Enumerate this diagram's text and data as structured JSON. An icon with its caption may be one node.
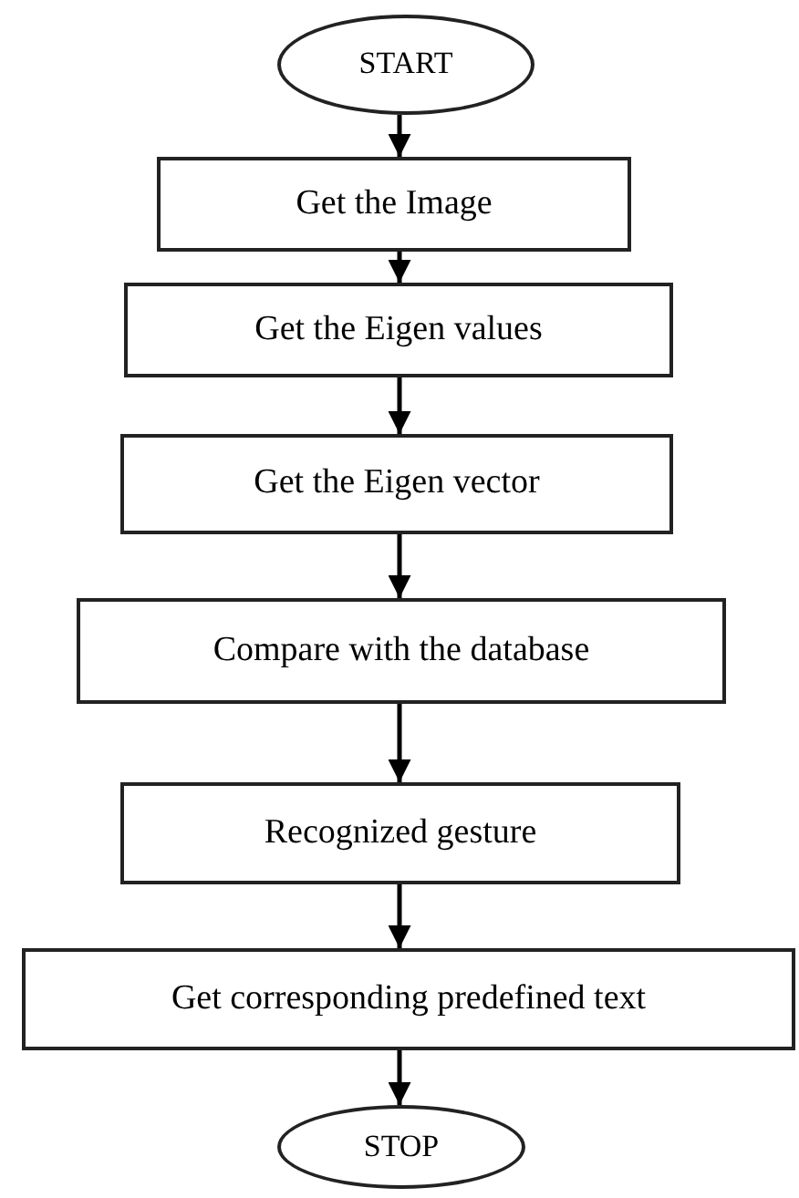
{
  "diagram": {
    "nodes": [
      {
        "text": [
          "START"
        ]
      },
      {
        "text": [
          "Get the Image"
        ]
      },
      {
        "text": [
          "Get the Eigen values"
        ]
      },
      {
        "text": [
          "Get the Eigen vector"
        ]
      },
      {
        "text": [
          "Compare with the database"
        ]
      },
      {
        "text": [
          "Recognized gesture"
        ]
      },
      {
        "text": [
          "Get corresponding predefined text"
        ]
      },
      {
        "text": [
          "STOP"
        ]
      }
    ],
    "edges": [
      {
        "from": 0,
        "to": 1,
        "arrow": "to"
      },
      {
        "from": 1,
        "to": 2,
        "arrow": "to"
      },
      {
        "from": 2,
        "to": 3,
        "arrow": "to"
      },
      {
        "from": 3,
        "to": 4,
        "arrow": "to"
      },
      {
        "from": 4,
        "to": 5,
        "arrow": "to"
      },
      {
        "from": 5,
        "to": 6,
        "arrow": "to"
      },
      {
        "from": 6,
        "to": 7,
        "arrow": "to"
      }
    ]
  }
}
